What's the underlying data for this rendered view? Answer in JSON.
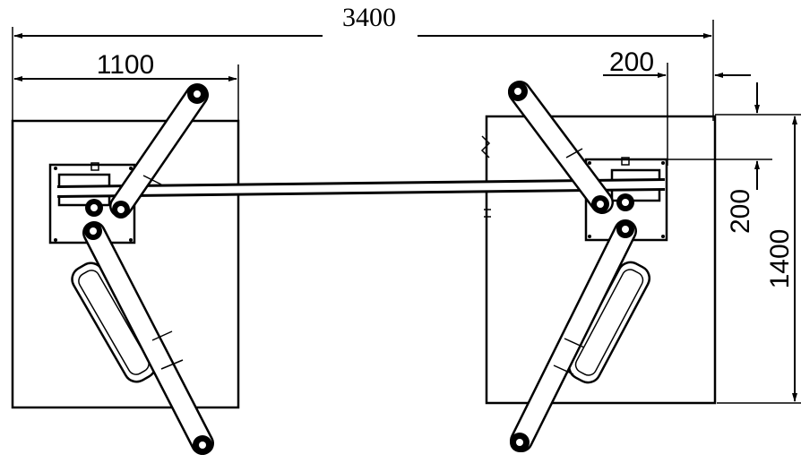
{
  "dimensions": {
    "overall_width": "3400",
    "post_base_width": "1100",
    "side_offset": "200",
    "vertical_offset": "200",
    "base_depth": "1400"
  }
}
